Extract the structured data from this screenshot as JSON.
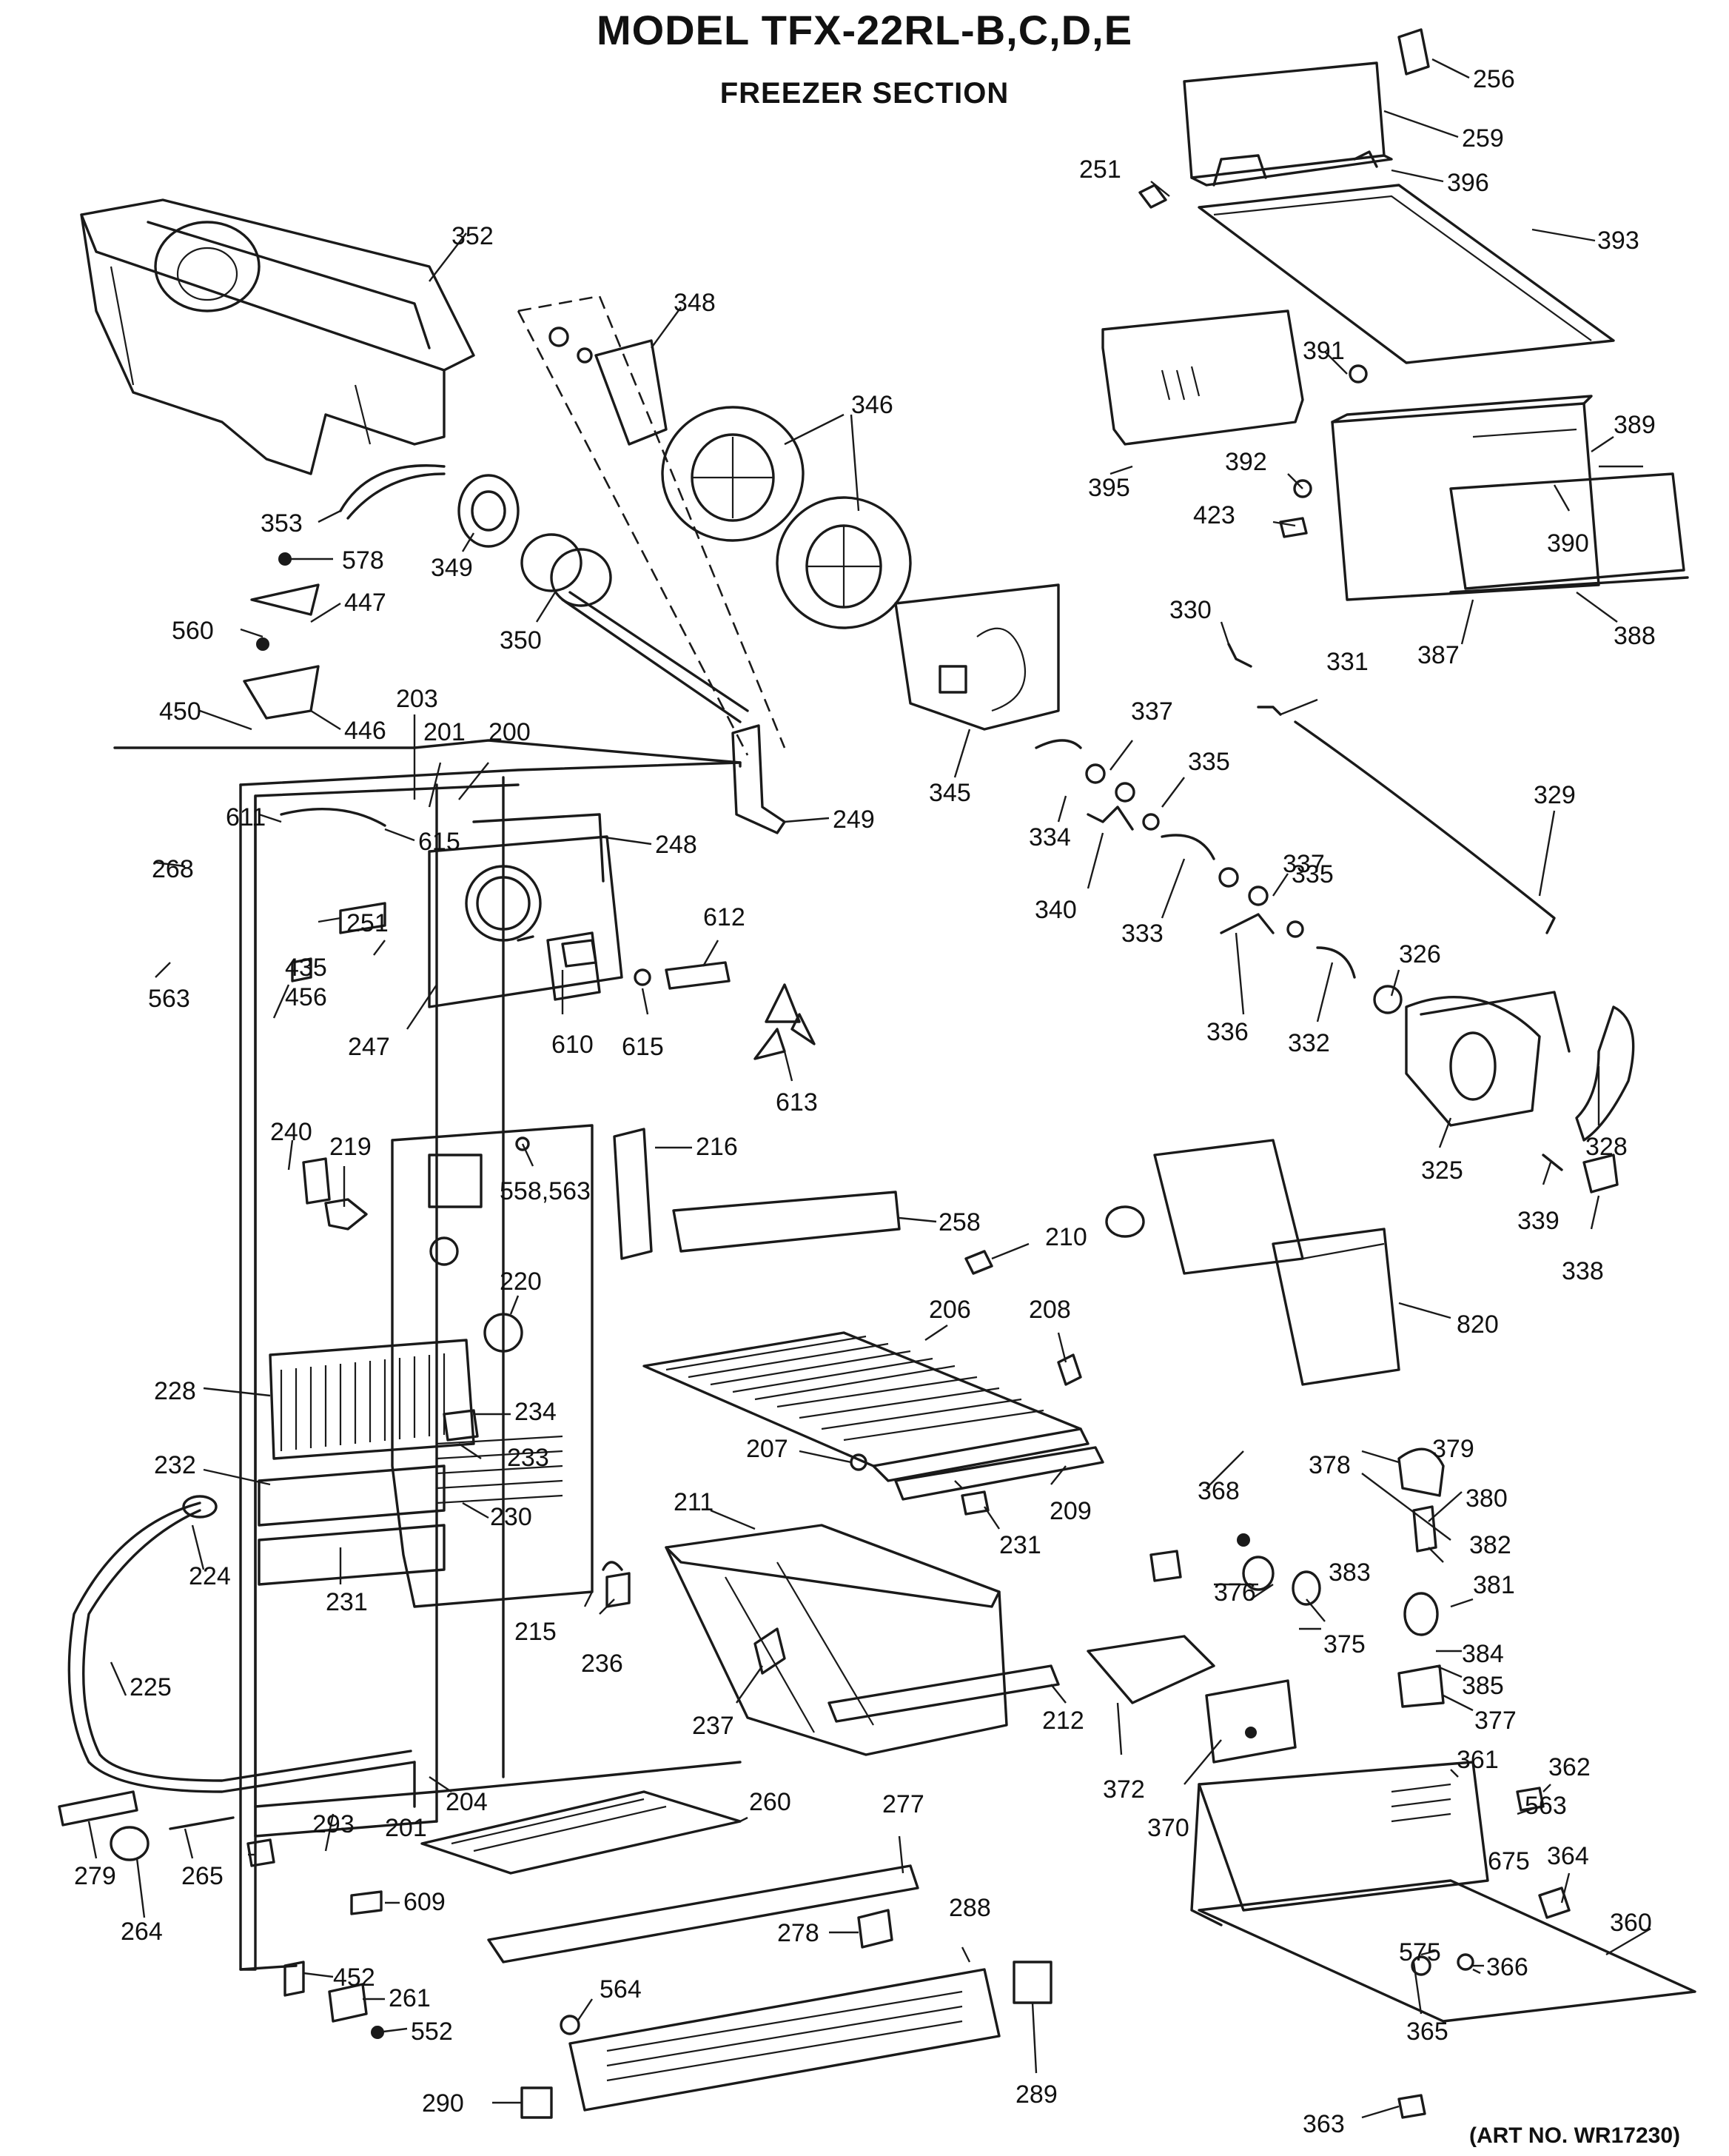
{
  "header": {
    "title": "MODEL TFX-22RL-B,C,D,E",
    "subtitle": "FREEZER SECTION"
  },
  "footer": {
    "art_number": "(ART NO. WR17230)"
  },
  "callouts": [
    "256",
    "259",
    "251",
    "396",
    "393",
    "352",
    "348",
    "346",
    "391",
    "389",
    "395",
    "392",
    "390",
    "423",
    "353",
    "578",
    "349",
    "447",
    "350",
    "388",
    "387",
    "560",
    "330",
    "331",
    "450",
    "446",
    "203",
    "201",
    "200",
    "337",
    "249",
    "345",
    "334",
    "335",
    "329",
    "611",
    "615",
    "268",
    "251",
    "248",
    "612",
    "337",
    "340",
    "333",
    "335",
    "326",
    "435",
    "456",
    "563",
    "247",
    "610",
    "615",
    "613",
    "336",
    "332",
    "240",
    "219",
    "216",
    "325",
    "328",
    "558,563",
    "258",
    "210",
    "339",
    "338",
    "220",
    "206",
    "208",
    "820",
    "228",
    "234",
    "233",
    "232",
    "207",
    "368",
    "378",
    "379",
    "209",
    "230",
    "380",
    "211",
    "224",
    "231",
    "231",
    "382",
    "383",
    "376",
    "381",
    "375",
    "215",
    "236",
    "384",
    "385",
    "225",
    "237",
    "212",
    "377",
    "372",
    "361",
    "362",
    "204",
    "260",
    "277",
    "201",
    "293",
    "265",
    "563",
    "370",
    "279",
    "609",
    "288",
    "675",
    "364",
    "264",
    "278",
    "360",
    "452",
    "261",
    "575",
    "366",
    "564",
    "552",
    "365",
    "290",
    "289",
    "363"
  ]
}
